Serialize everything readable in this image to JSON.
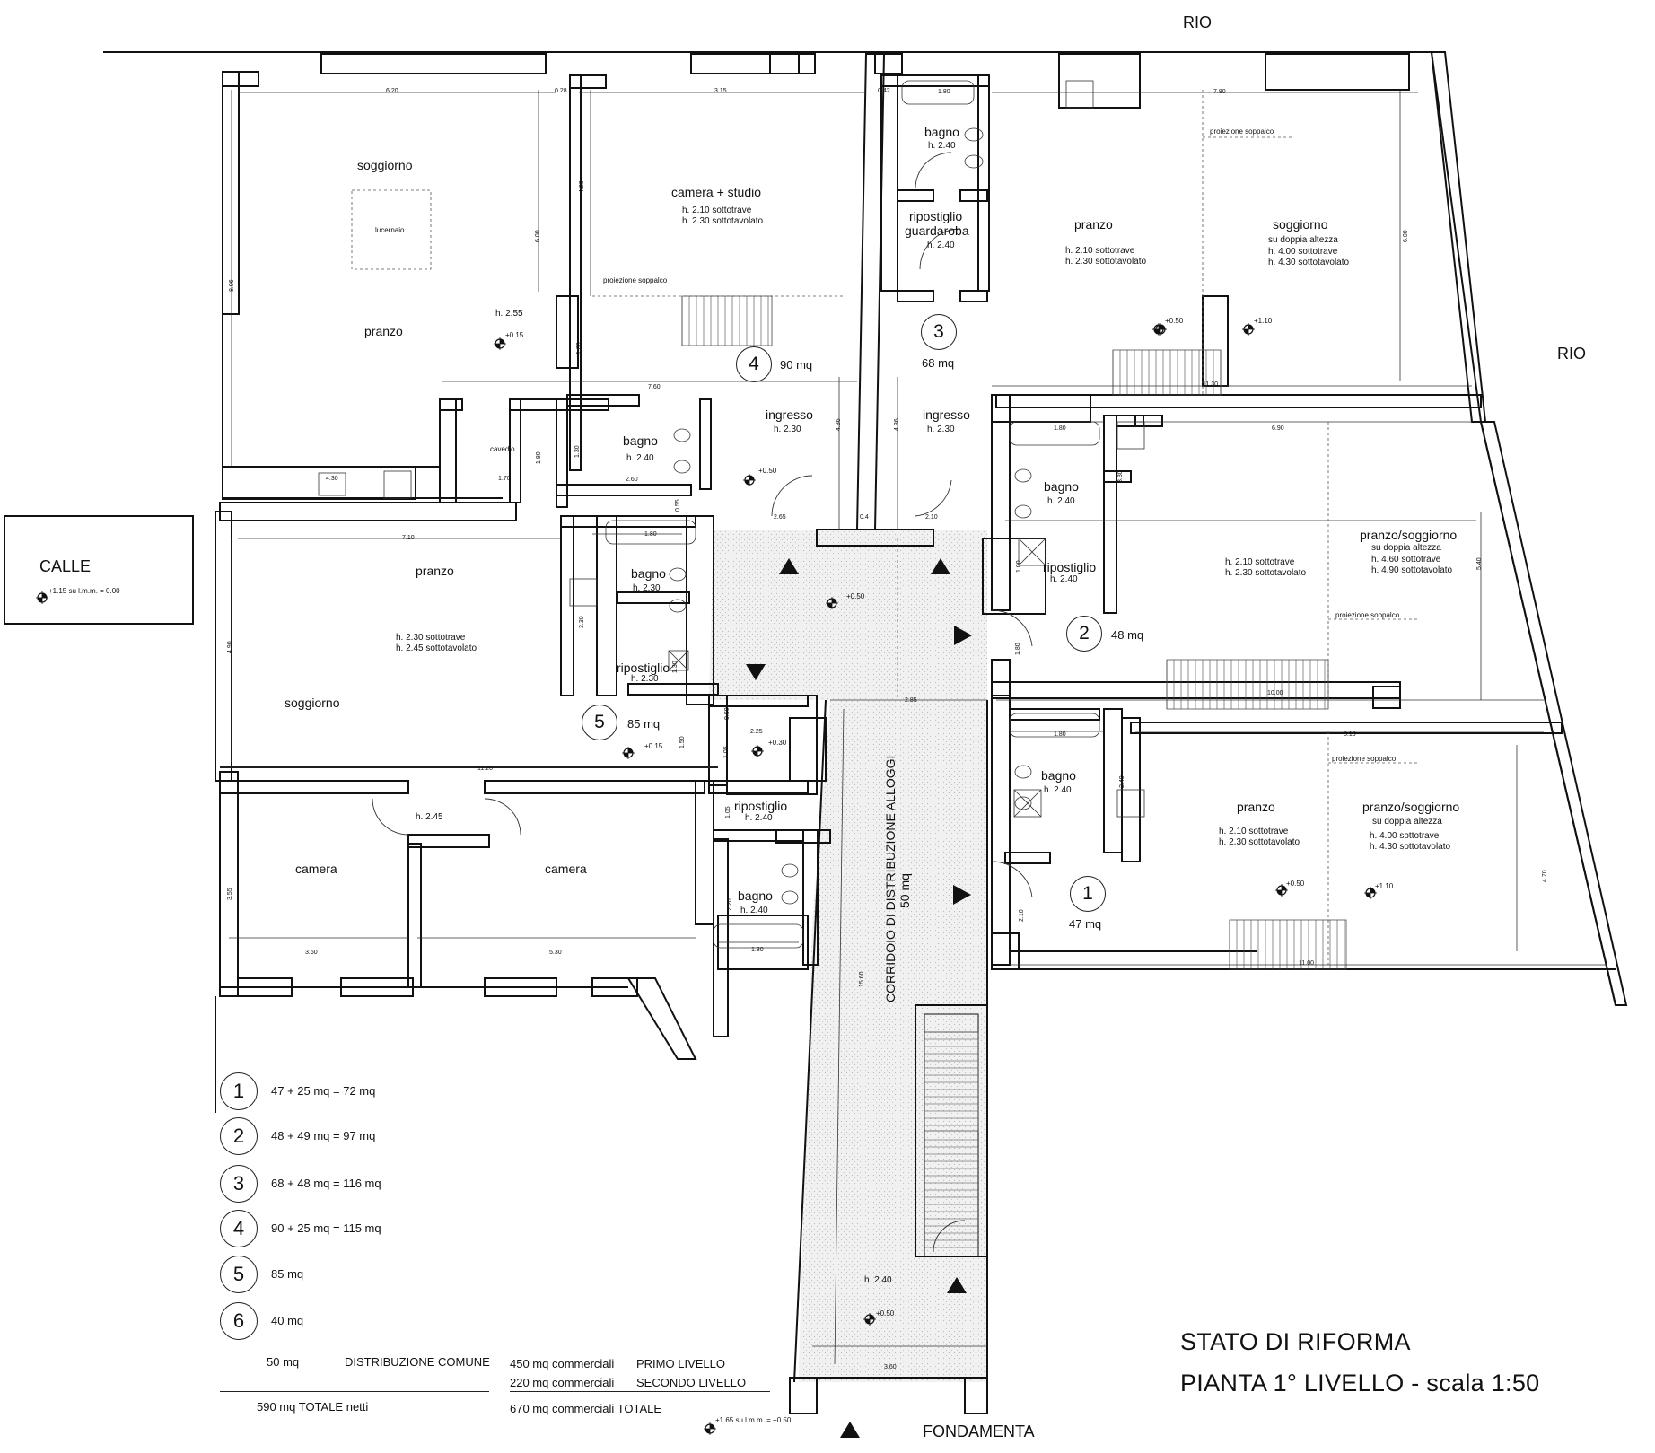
{
  "top_labels": {
    "rio_top": "RIO",
    "rio_right": "RIO",
    "calle": "CALLE",
    "calle_level": "+1.15 su l.m.m. = 0.00",
    "fondamenta": "FONDAMENTA",
    "fondamenta_level": "+1.65 su l.m.m. = +0.50"
  },
  "unit4": {
    "soggiorno": "soggiorno",
    "lucernaio": "lucernaio",
    "pranzo": "pranzo",
    "h_pranzo": "h. 2.55",
    "level": "+0.15",
    "camera": "camera + studio",
    "camera_h1": "h. 2.10 sottotrave",
    "camera_h2": "h. 2.30 sottotavolato",
    "proiezione": "proiezione soppalco",
    "num": "4",
    "area": "90 mq",
    "bagno": "bagno",
    "bagno_h": "h. 2.40",
    "cavedio": "cavedio",
    "ingresso": "ingresso",
    "ingresso_h": "h. 2.30",
    "ingresso_level": "+0.50"
  },
  "unit3": {
    "bagno": "bagno",
    "bagno_h": "h. 2.40",
    "ripostiglio": "ripostiglio",
    "guardaroba": "guardaroba",
    "rip_h": "h. 2.40",
    "pranzo": "pranzo",
    "pranzo_h1": "h. 2.10 sottotrave",
    "pranzo_h2": "h. 2.30 sottotavolato",
    "proiezione": "proiezione soppalco",
    "soggiorno": "soggiorno",
    "sogg_sub": "su doppia altezza",
    "sogg_h1": "h. 4.00 sottotrave",
    "sogg_h2": "h. 4.30 sottotavolato",
    "level_a": "+0.50",
    "level_b": "+1.10",
    "num": "3",
    "area": "68 mq",
    "ingresso": "ingresso",
    "ingresso_h": "h. 2.30"
  },
  "unit2": {
    "bagno": "bagno",
    "bagno_h": "h. 2.40",
    "ripostiglio": "ripostiglio",
    "rip_h": "h. 2.40",
    "h1": "h. 2.10 sottotrave",
    "h2": "h. 2.30 sottotavolato",
    "pranzo_sogg": "pranzo/soggiorno",
    "sub": "su doppia altezza",
    "ps_h1": "h. 4.60 sottotrave",
    "ps_h2": "h. 4.90 sottotavolato",
    "proiezione": "proiezione soppalco",
    "num": "2",
    "area": "48 mq"
  },
  "unit1": {
    "bagno": "bagno",
    "bagno_h": "h. 2.40",
    "pranzo": "pranzo",
    "h1": "h. 2.10 sottotrave",
    "h2": "h. 2.30 sottotavolato",
    "proiezione": "proiezione soppalco",
    "pranzo_sogg": "pranzo/soggiorno",
    "sub": "su doppia altezza",
    "ps_h1": "h. 4.00 sottotrave",
    "ps_h2": "h. 4.30 sottotavolato",
    "level_a": "+0.50",
    "level_b": "+1.10",
    "num": "1",
    "area": "47 mq"
  },
  "unit5": {
    "pranzo": "pranzo",
    "h1": "h. 2.30 sottotrave",
    "h2": "h. 2.45 sottotavolato",
    "soggiorno": "soggiorno",
    "bagno": "bagno",
    "bagno_h": "h. 2.30",
    "ripostiglio": "ripostiglio",
    "rip_h": "h. 2.30",
    "num": "5",
    "area": "85 mq",
    "level": "+0.15",
    "level2": "+0.30",
    "h_corr": "h. 2.45",
    "camera_a": "camera",
    "camera_b": "camera",
    "rip2": "ripostiglio",
    "rip2_h": "h. 2.40",
    "bagno2": "bagno",
    "bagno2_h": "h. 2.40"
  },
  "corridor": {
    "label": "CORRIDOIO DI DISTRIBUZIONE ALLOGGI",
    "area": "50 mq",
    "level_top": "+0.50",
    "h": "h. 2.40",
    "level_bottom": "+0.50"
  },
  "dimensions": {
    "d620": "6.20",
    "d028": "0.28",
    "d315": "3.15",
    "d042": "0.42",
    "d180a": "1.80",
    "d780": "7.80",
    "d806": "8.06",
    "d600a": "6.00",
    "d420": "4.20",
    "d180b": "1.80",
    "d760": "7.60",
    "d436a": "4.36",
    "d436b": "4.36",
    "d600b": "6.00",
    "d1130": "11.30",
    "d430": "4.30",
    "d170": "1.70",
    "d180c": "1.80",
    "d130": "1.30",
    "d260": "2.60",
    "d055": "0.55",
    "d265": "2.65",
    "d04": "0.4",
    "d210": "2.10",
    "d180d": "1.80",
    "d690": "6.90",
    "d330a": "3.30",
    "d100": "1.00",
    "d540": "5.40",
    "d180e": "1.80",
    "d1000": "10.00",
    "d710": "7.10",
    "d180f": "1.80",
    "d490": "4.90",
    "d330b": "3.30",
    "d130b": "1.30",
    "d285": "2.85",
    "d050": "0.50",
    "d225": "2.25",
    "d150": "1.50",
    "d105a": "1.05",
    "d1120": "11.20",
    "d180g": "1.80",
    "d240": "2.40",
    "d810": "8.10",
    "d105b": "1.05",
    "d355": "3.55",
    "d220": "2.20",
    "d360": "3.60",
    "d530": "5.30",
    "d180h": "1.80",
    "d210b": "2.10",
    "d470": "4.70",
    "d1100": "11.00",
    "d1560": "15.60",
    "d360b": "3.60"
  },
  "legend": [
    {
      "num": "1",
      "text": "47 + 25 mq = 72 mq"
    },
    {
      "num": "2",
      "text": "48 + 49 mq = 97 mq"
    },
    {
      "num": "3",
      "text": "68 + 48 mq = 116 mq"
    },
    {
      "num": "4",
      "text": "90 + 25 mq = 115 mq"
    },
    {
      "num": "5",
      "text": "85 mq"
    },
    {
      "num": "6",
      "text": "40 mq"
    }
  ],
  "summary": {
    "dist_mq": "50 mq",
    "dist_label": "DISTRIBUZIONE COMUNE",
    "primo_mq": "450 mq commerciali",
    "primo_label": "PRIMO LIVELLO",
    "secondo_mq": "220 mq commerciali",
    "secondo_label": "SECONDO LIVELLO",
    "totale_netti": "590 mq  TOTALE netti",
    "totale_comm": "670 mq commerciali TOTALE"
  },
  "title": {
    "line1": "STATO DI RIFORMA",
    "line2": "PIANTA 1° LIVELLO  -  scala 1:50"
  }
}
